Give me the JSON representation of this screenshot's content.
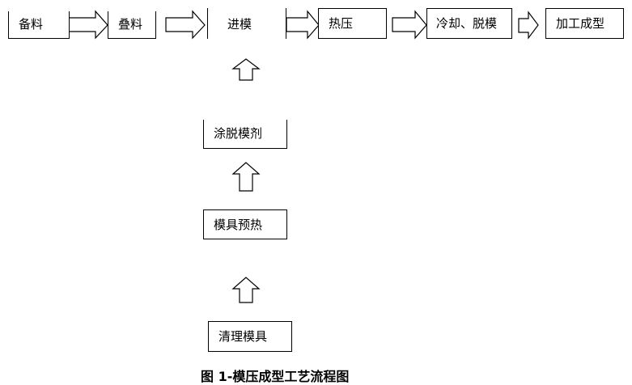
{
  "diagram": {
    "steps": {
      "prepare": "备料",
      "stack": "叠料",
      "load": "进模",
      "hot_press": "热压",
      "cool_demold": "冷却、脱模",
      "machining": "加工成型",
      "release_agent": "涂脱模剂",
      "preheat": "模具预热",
      "clean": "清理模具"
    },
    "caption": "图 1-模压成型工艺流程图"
  }
}
